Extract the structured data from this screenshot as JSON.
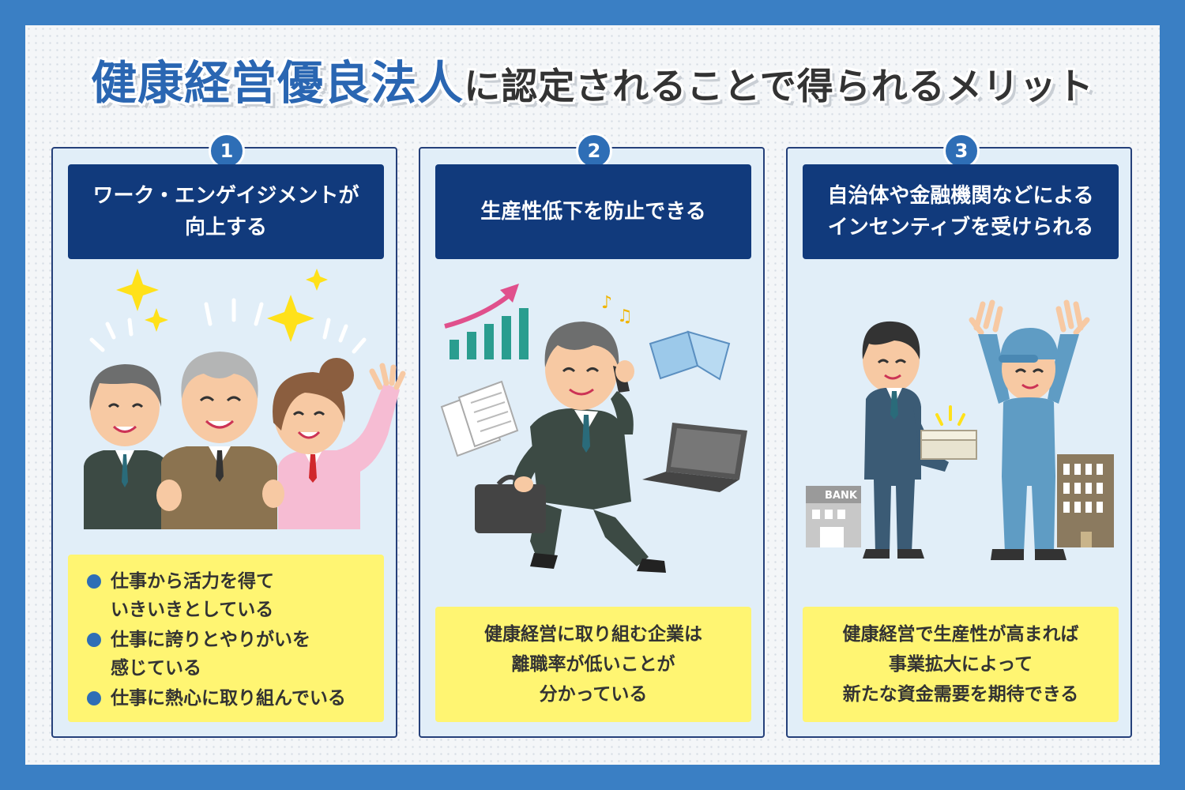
{
  "title": {
    "highlight": "健康経営優良法人",
    "rest": "に認定されることで得られるメリット"
  },
  "cards": [
    {
      "number": "1",
      "heading": "ワーク・エンゲイジメントが\n向上する",
      "bullets": [
        "仕事から活力を得て\nいきいきとしている",
        "仕事に誇りとやりがいを\n感じている",
        "仕事に熱心に取り組んでいる"
      ]
    },
    {
      "number": "2",
      "heading": "生産性低下を防止できる",
      "text": "健康経営に取り組む企業は\n離職率が低いことが\n分かっている"
    },
    {
      "number": "3",
      "heading": "自治体や金融機関などによる\nインセンティブを受けられる",
      "text": "健康経営で生産性が高まれば\n事業拡大によって\n新たな資金需要を期待できる",
      "bank_sign": "BANK"
    }
  ],
  "colors": {
    "accent": "#2a66b2",
    "heading_bg": "#113a7c",
    "card_bg": "#e1eef8",
    "note_bg": "#fff572",
    "frame": "#3a7fc4"
  }
}
